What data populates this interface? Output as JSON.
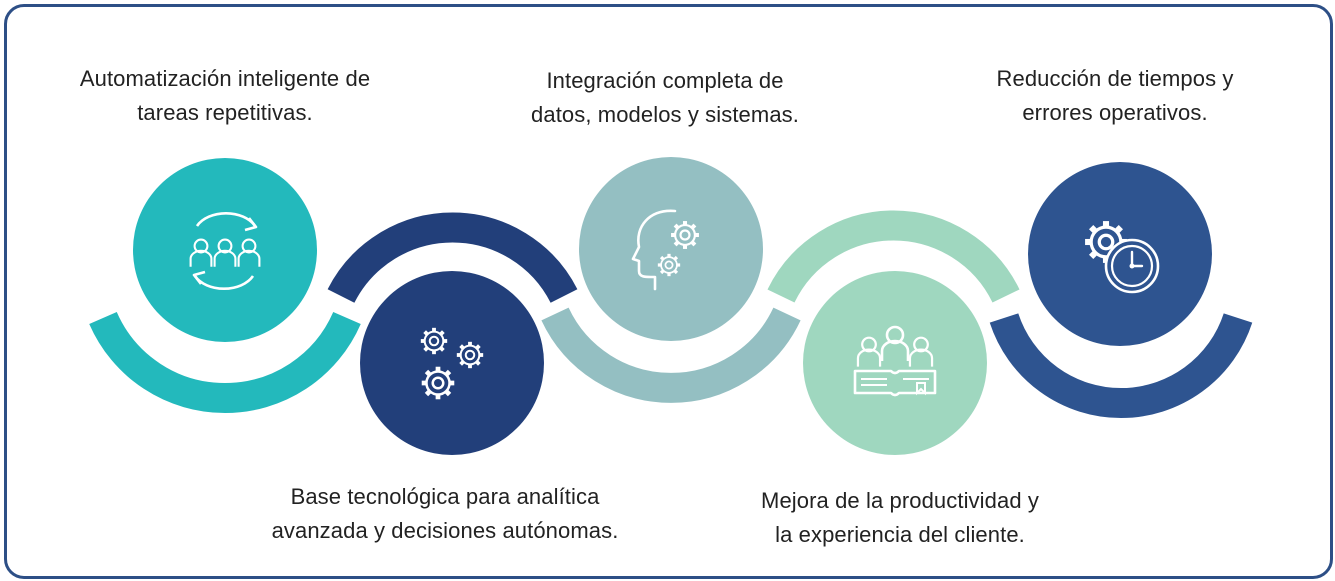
{
  "colors": {
    "border": "#2d4f86",
    "teal": "#23b9bc",
    "navy": "#223f7a",
    "grey_teal": "#94bfc2",
    "mint": "#9fd7bf",
    "blue": "#2e5490",
    "icon_stroke": "#ffffff"
  },
  "steps": [
    {
      "icon": "team-cycle-icon",
      "color": "#23b9bc",
      "lines": [
        "Automatización inteligente de",
        "tareas repetitivas."
      ]
    },
    {
      "icon": "gears-icon",
      "color": "#223f7a",
      "lines": [
        "Base tecnológica para analítica",
        "avanzada y decisiones autónomas."
      ]
    },
    {
      "icon": "head-gears-icon",
      "color": "#94bfc2",
      "lines": [
        "Integración completa de",
        "datos, modelos y sistemas."
      ]
    },
    {
      "icon": "group-book-icon",
      "color": "#9fd7bf",
      "lines": [
        "Mejora de la productividad y",
        "la experiencia del cliente."
      ]
    },
    {
      "icon": "gear-clock-icon",
      "color": "#2e5490",
      "lines": [
        "Reducción de tiempos y",
        "errores operativos."
      ]
    }
  ]
}
